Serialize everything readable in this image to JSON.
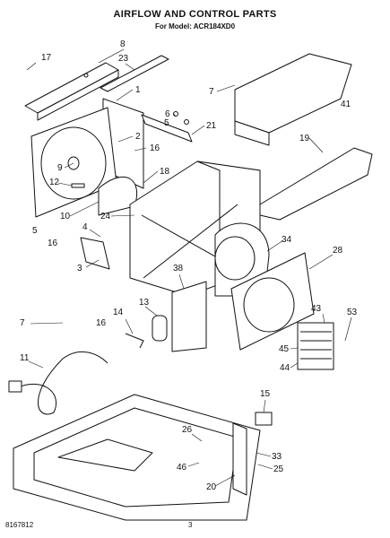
{
  "header": {
    "title": "AIRFLOW AND CONTROL PARTS",
    "subtitle": "For Model: ACR184XD0"
  },
  "footer": {
    "code": "8167812",
    "page": "3"
  },
  "callouts": {
    "c17": "17",
    "c8": "8",
    "c23": "23",
    "c1": "1",
    "c7a": "7",
    "c41": "41",
    "c6": "6",
    "c5a": "5",
    "c21": "21",
    "c2": "2",
    "c16a": "16",
    "c19": "19",
    "c9": "9",
    "c18": "18",
    "c12": "12",
    "c10": "10",
    "c24": "24",
    "c4": "4",
    "c5b": "5",
    "c16b": "16",
    "c34": "34",
    "c28": "28",
    "c3": "3",
    "c38": "38",
    "c13": "13",
    "c43": "43",
    "c53": "53",
    "c7b": "7",
    "c16c": "16",
    "c14": "14",
    "c45": "45",
    "c44": "44",
    "c11": "11",
    "c15": "15",
    "c26": "26",
    "c33": "33",
    "c46": "46",
    "c25": "25",
    "c20": "20"
  }
}
